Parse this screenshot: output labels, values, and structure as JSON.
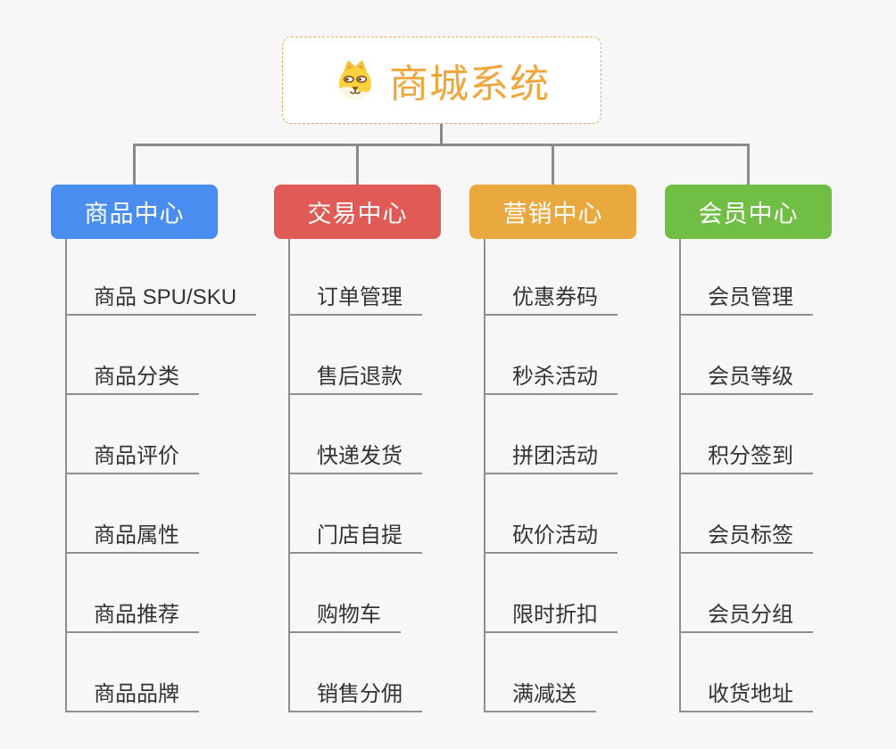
{
  "root": {
    "title": "商城系统",
    "icon": "shiba-dog-icon"
  },
  "palette": {
    "background": "#f7f7f7",
    "connector": "#8a8a8a",
    "underline": "#8f8f8f",
    "leaf_text": "#333333",
    "root_text": "#f1a63c",
    "root_border": "#e7a95a"
  },
  "branches": [
    {
      "label": "商品中心",
      "color": "#4a8df0",
      "children": [
        "商品 SPU/SKU",
        "商品分类",
        "商品评价",
        "商品属性",
        "商品推荐",
        "商品品牌"
      ]
    },
    {
      "label": "交易中心",
      "color": "#e05a56",
      "children": [
        "订单管理",
        "售后退款",
        "快递发货",
        "门店自提",
        "购物车",
        "销售分佣"
      ]
    },
    {
      "label": "营销中心",
      "color": "#eaa93f",
      "children": [
        "优惠券码",
        "秒杀活动",
        "拼团活动",
        "砍价活动",
        "限时折扣",
        "满减送"
      ]
    },
    {
      "label": "会员中心",
      "color": "#70be44",
      "children": [
        "会员管理",
        "会员等级",
        "积分签到",
        "会员标签",
        "会员分组",
        "收货地址"
      ]
    }
  ]
}
